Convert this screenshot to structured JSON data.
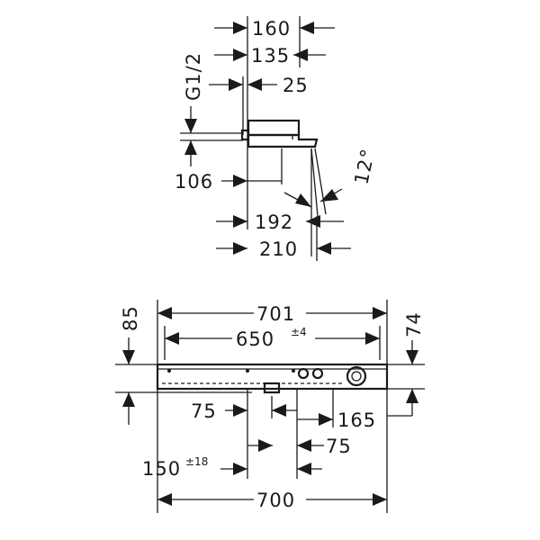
{
  "drawing": {
    "side_view": {
      "dims": {
        "d160": "160",
        "d135": "135",
        "d25": "25",
        "thread": "G1/2",
        "d106": "106",
        "angle": "12°",
        "d192": "192",
        "d210": "210"
      }
    },
    "front_view": {
      "dims": {
        "d85": "85",
        "d74": "74",
        "d701": "701",
        "d650": "650",
        "tol650": "±4",
        "d75a": "75",
        "d165": "165",
        "d75b": "75",
        "d150": "150",
        "tol150": "±18",
        "d700": "700"
      }
    }
  }
}
